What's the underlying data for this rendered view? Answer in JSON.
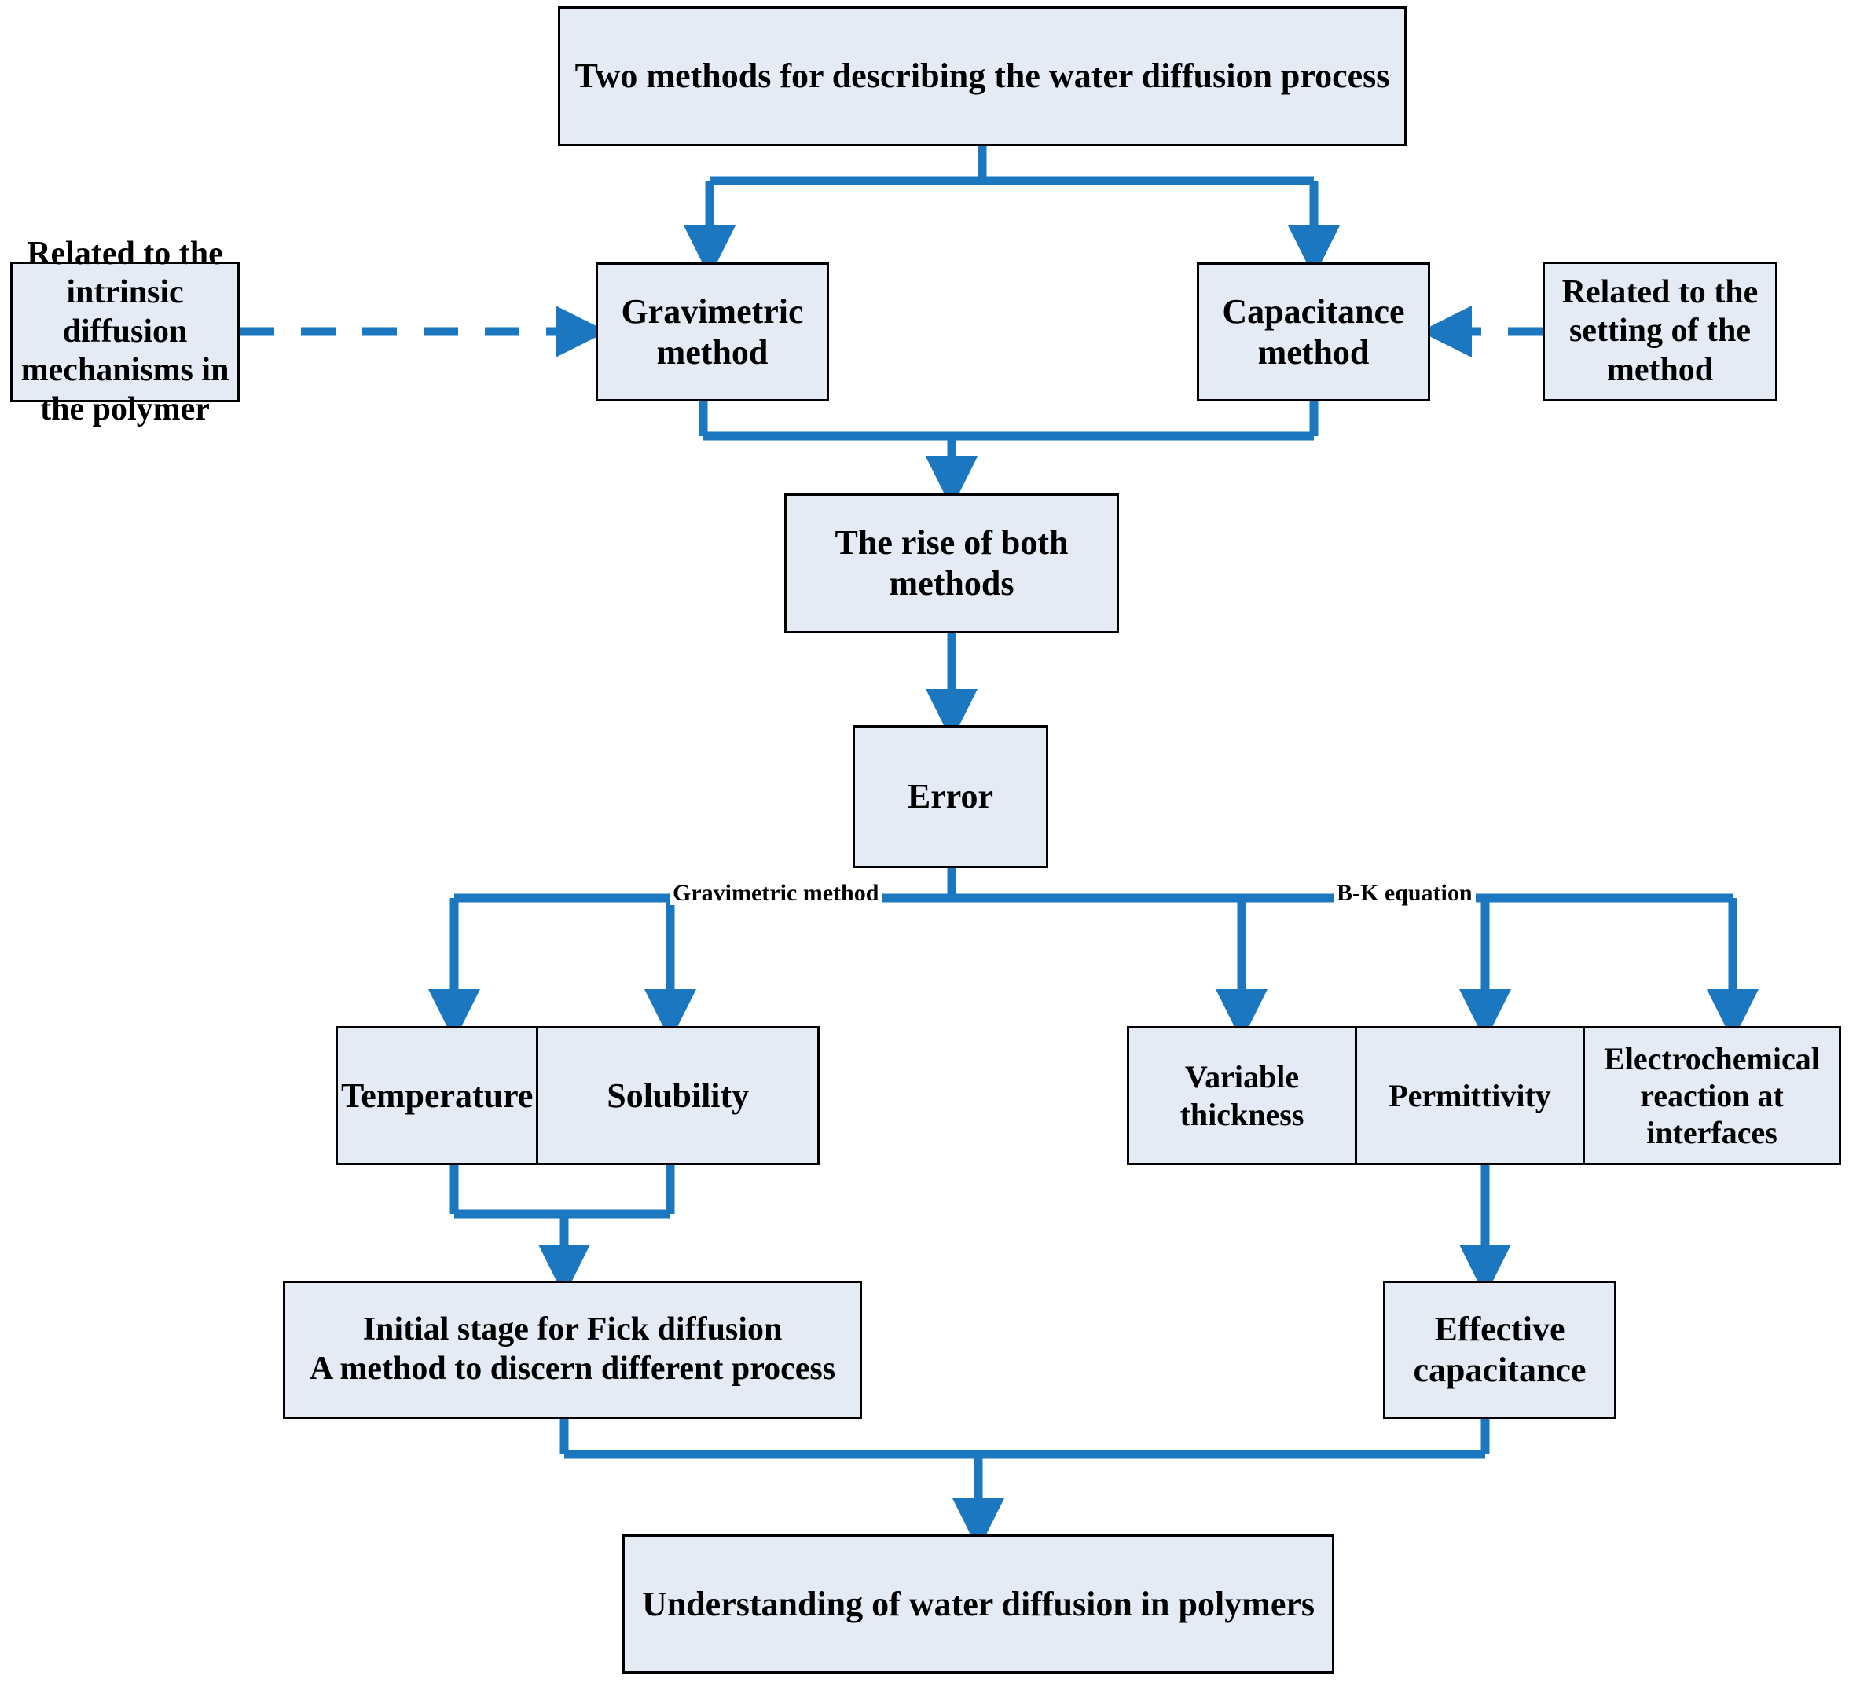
{
  "diagram": {
    "title": "Two methods for describing the water diffusion process flowchart",
    "colors": {
      "node_fill": "#e5ebf5",
      "node_border": "#000000",
      "edge": "#1a77c0",
      "text": "#000000",
      "background": "#ffffff"
    },
    "nodes": {
      "top": "Two methods for describing the water diffusion process",
      "left_note": "Related to the intrinsic diffusion mechanisms in the polymer",
      "gravimetric": "Gravimetric method",
      "capacitance": "Capacitance method",
      "right_note": "Related to the setting of the method",
      "rise": "The rise of both methods",
      "error": "Error",
      "temperature": "Temperature",
      "solubility": "Solubility",
      "variable_thickness": "Variable thickness",
      "permittivity": "Permittivity",
      "electrochemical": "Electrochemical reaction at interfaces",
      "fick_line1": "Initial stage for Fick diffusion",
      "fick_line2": "A method to discern different process",
      "effective_capacitance": "Effective capacitance",
      "bottom": "Understanding of water diffusion in polymers"
    },
    "edge_labels": {
      "gravimetric_method": "Gravimetric method",
      "bk_equation": "B-K equation"
    }
  }
}
